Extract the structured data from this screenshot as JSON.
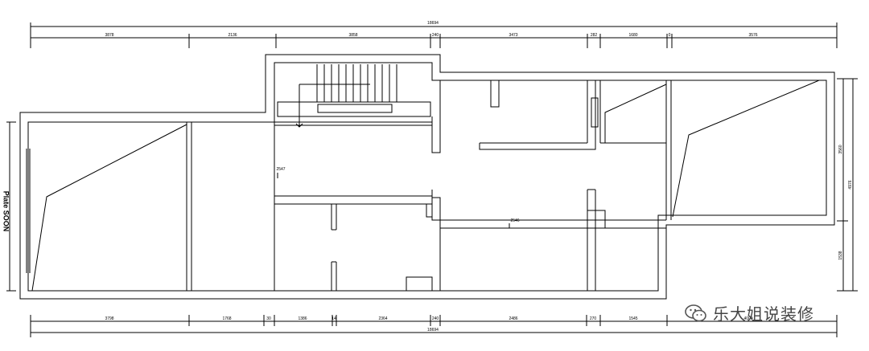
{
  "dims_top": {
    "total": "18694",
    "segments": [
      "3878",
      "2136",
      "3858",
      "240",
      "3473",
      "282",
      "1680",
      "0",
      "3576"
    ]
  },
  "dims_bottom": {
    "total": "18694",
    "segments": [
      "3798",
      "1768",
      "30",
      "1386",
      "14",
      "2364",
      "240",
      "2486",
      "270",
      "1545",
      "4000"
    ]
  },
  "dims_right": [
    "3560",
    "4976",
    "1538"
  ],
  "room_marks": [
    "2547",
    "2546"
  ],
  "side_label": "Plate SOON",
  "watermark": {
    "text": "乐大姐说装修",
    "icon": "wechat-icon"
  }
}
